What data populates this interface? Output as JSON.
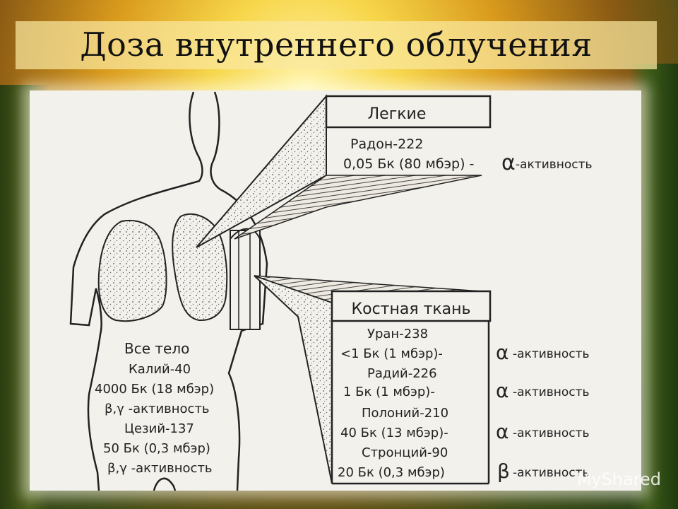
{
  "title": "Доза внутреннего облучения",
  "lungs_box": {
    "heading": "Легкие",
    "line1": "Радон-222",
    "line2": "0,05 Бк (80 мбэр) -",
    "line2_greek": "α",
    "line2_suffix": "-активность"
  },
  "bone_box": {
    "heading": "Костная ткань",
    "rows": [
      {
        "nuclide": "Уран-238",
        "dose": "<1 Бк (1 мбэр)-",
        "greek": "α",
        "suffix": "-активность"
      },
      {
        "nuclide": "Радий-226",
        "dose": "1 Бк (1 мбэр)-",
        "greek": "α",
        "suffix": "-активность"
      },
      {
        "nuclide": "Полоний-210",
        "dose": "40 Бк (13 мбэр)-",
        "greek": "α",
        "suffix": "-активность"
      },
      {
        "nuclide": "Стронций-90",
        "dose": "20 Бк (0,3 мбэр)",
        "greek": "β",
        "suffix": "-активность"
      }
    ]
  },
  "whole_body": {
    "heading": "Все тело",
    "line1": "Калий-40",
    "line2": "4000 Бк (18 мбэр)",
    "line3": "β,γ -активность",
    "line4": "Цезий-137",
    "line5": "50 Бк (0,3 мбэр)",
    "line6": "β,γ -активность"
  },
  "watermark": "MyShared",
  "colors": {
    "title_bg": "#fae8a0",
    "figure_bg": "#f2f1ec",
    "ink": "#222222"
  }
}
